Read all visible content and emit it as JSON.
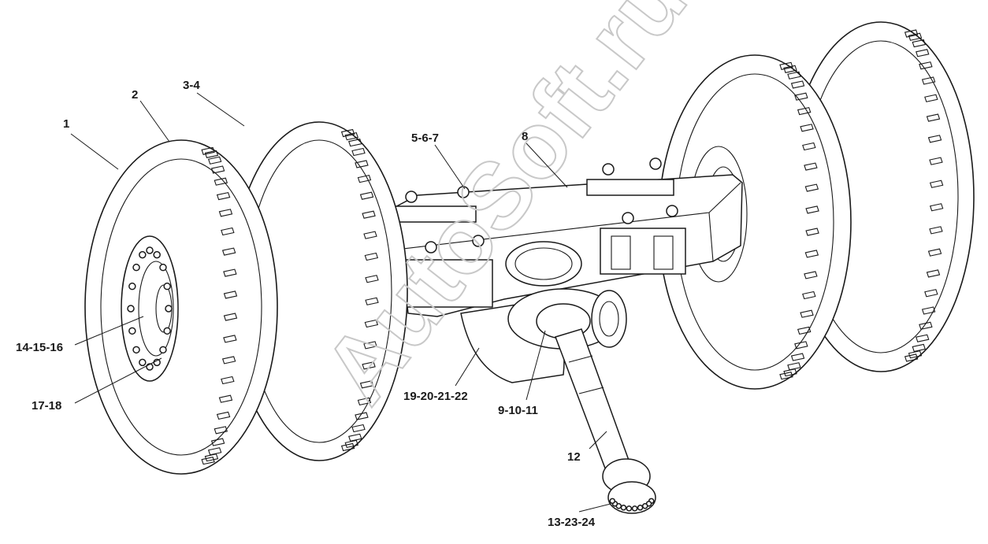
{
  "watermark": "AutoSoft.ru",
  "callouts": [
    {
      "id": "c1",
      "text": "1"
    },
    {
      "id": "c2",
      "text": "2"
    },
    {
      "id": "c3",
      "text": "3-4"
    },
    {
      "id": "c4",
      "text": "5-6-7"
    },
    {
      "id": "c5",
      "text": "8"
    },
    {
      "id": "c6",
      "text": "14-15-16"
    },
    {
      "id": "c7",
      "text": "17-18"
    },
    {
      "id": "c8",
      "text": "19-20-21-22"
    },
    {
      "id": "c9",
      "text": "9-10-11"
    },
    {
      "id": "c10",
      "text": "12"
    },
    {
      "id": "c11",
      "text": "13-23-24"
    }
  ]
}
